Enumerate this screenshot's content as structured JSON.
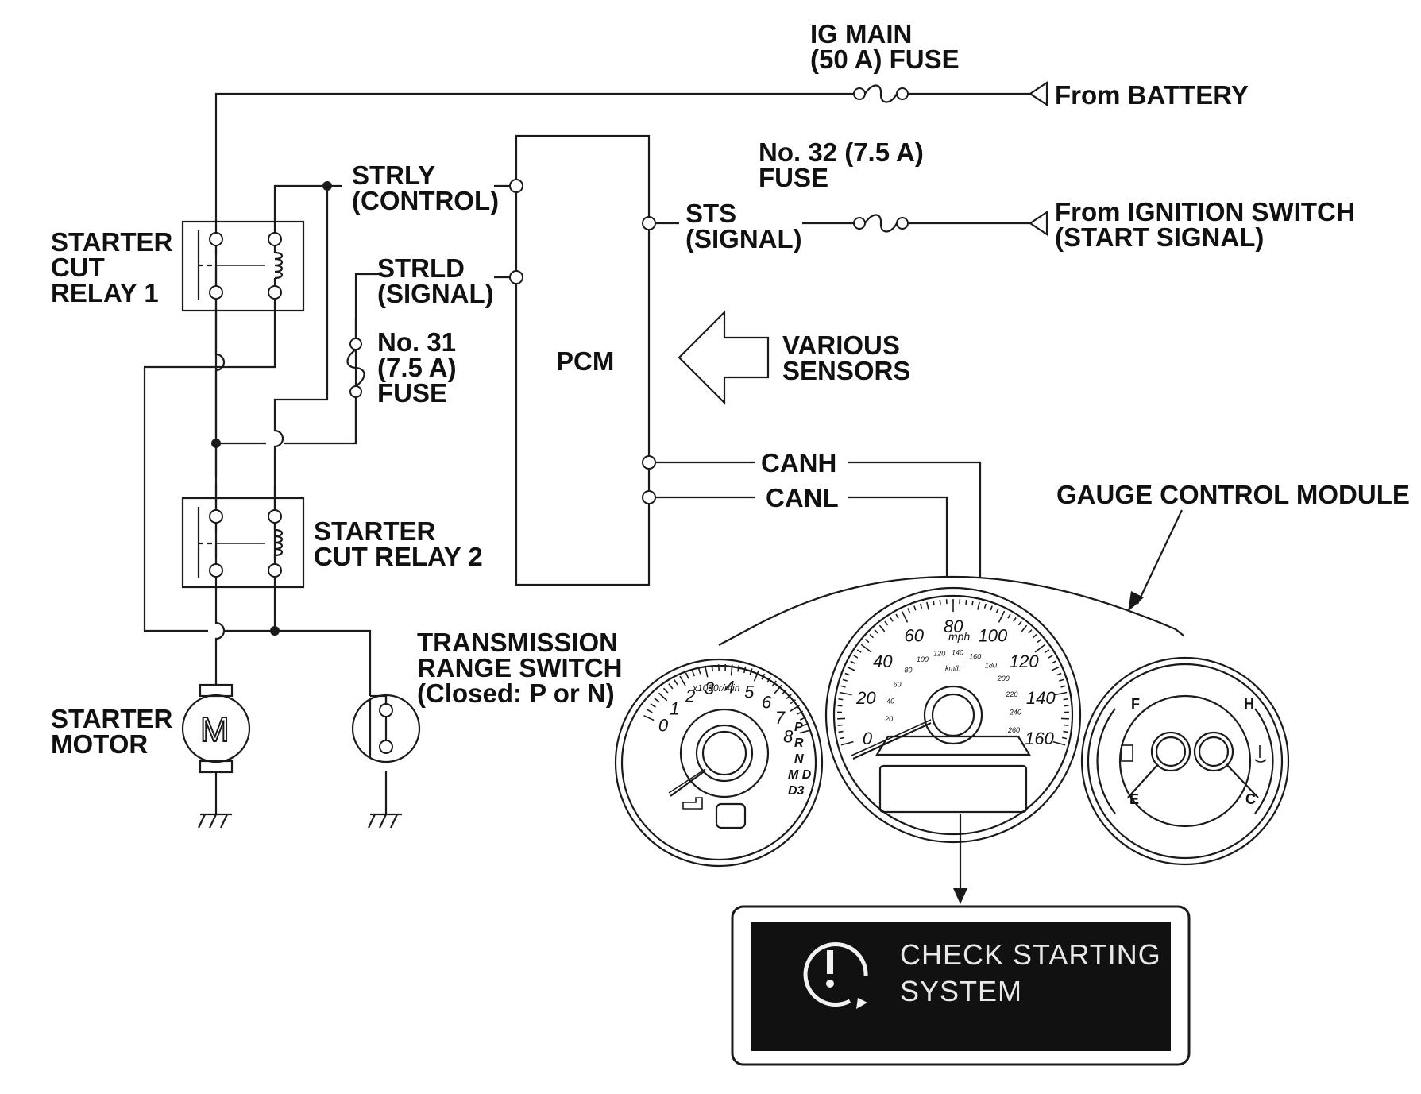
{
  "labels": {
    "ig_main_fuse": [
      "IG MAIN",
      "(50 A) FUSE"
    ],
    "from_battery": "From BATTERY",
    "fuse_32": [
      "No. 32 (7.5 A)",
      "FUSE"
    ],
    "from_ignition": [
      "From IGNITION SWITCH",
      "(START SIGNAL)"
    ],
    "strly": [
      "STRLY",
      "(CONTROL)"
    ],
    "strld": [
      "STRLD",
      "(SIGNAL)"
    ],
    "sts": [
      "STS",
      "(SIGNAL)"
    ],
    "pcm": "PCM",
    "various_sensors": [
      "VARIOUS",
      "SENSORS"
    ],
    "relay1": [
      "STARTER",
      "CUT",
      "RELAY 1"
    ],
    "relay2": [
      "STARTER",
      "CUT RELAY 2"
    ],
    "fuse_31": [
      "No. 31",
      "(7.5 A)",
      "FUSE"
    ],
    "canh": "CANH",
    "canl": "CANL",
    "gauge_module": "GAUGE CONTROL MODULE",
    "transmission_switch": [
      "TRANSMISSION",
      "RANGE SWITCH",
      "(Closed: P or N)"
    ],
    "starter_motor": [
      "STARTER",
      "MOTOR"
    ],
    "motor_symbol": "M"
  },
  "gauges": {
    "tachometer": {
      "numbers": [
        "0",
        "1",
        "2",
        "3",
        "4",
        "5",
        "6",
        "7",
        "8"
      ],
      "unit": "x1000r/min",
      "gear_positions": [
        "P",
        "R",
        "N",
        "M D",
        "D3"
      ]
    },
    "speedometer": {
      "mph_numbers": [
        "0",
        "20",
        "40",
        "60",
        "80",
        "100",
        "120",
        "140",
        "160"
      ],
      "unit_mph": "mph",
      "kmh_numbers": [
        "20",
        "40",
        "60",
        "80",
        "100",
        "120",
        "140",
        "160",
        "180",
        "200",
        "220",
        "240",
        "260"
      ],
      "unit_kmh": "km/h"
    },
    "fuel": {
      "full": "F",
      "empty": "E"
    },
    "temperature": {
      "hot": "H",
      "cold": "C"
    }
  },
  "message_display": {
    "lines": [
      "CHECK STARTING",
      "SYSTEM"
    ]
  },
  "colors": {
    "ink": "#1a1a1a",
    "display_bg": "#111111",
    "display_text": "#e8e8e8"
  }
}
